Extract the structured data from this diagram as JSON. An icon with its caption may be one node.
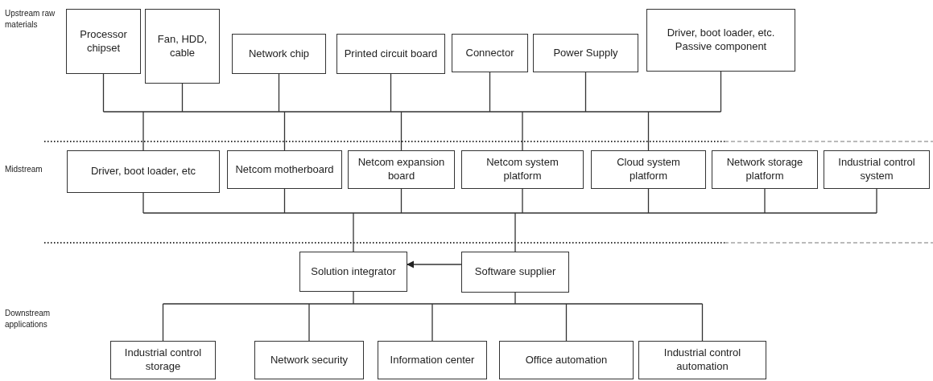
{
  "diagram": {
    "nodes": [
      {
        "text": [
          "Processor chipset"
        ]
      },
      {
        "text": [
          "Fan, HDD, cable"
        ]
      },
      {
        "text": [
          "Network chip"
        ]
      },
      {
        "text": [
          "Printed circuit board"
        ]
      },
      {
        "text": [
          "Connector"
        ]
      },
      {
        "text": [
          "Power Supply"
        ]
      },
      {
        "text": [
          "Driver, boot loader, etc. Passive component"
        ]
      },
      {
        "text": [
          "Driver, boot loader, etc"
        ]
      },
      {
        "text": [
          "Netcom motherboard"
        ]
      },
      {
        "text": [
          "Netcom expansion board"
        ]
      },
      {
        "text": [
          "Netcom system platform"
        ]
      },
      {
        "text": [
          "Cloud system platform"
        ]
      },
      {
        "text": [
          "Network storage platform"
        ]
      },
      {
        "text": [
          "Industrial control system"
        ]
      },
      {
        "text": [
          "Solution integrator"
        ]
      },
      {
        "text": [
          "Software supplier"
        ]
      },
      {
        "text": [
          "Industrial control storage"
        ]
      },
      {
        "text": [
          "Network security"
        ]
      },
      {
        "text": [
          "Information center"
        ]
      },
      {
        "text": [
          "Office automation"
        ]
      },
      {
        "text": [
          "Industrial control automation"
        ]
      }
    ],
    "edges": [
      {
        "from": 0,
        "to": 7,
        "arrow": "none"
      },
      {
        "from": 0,
        "to": 8,
        "arrow": "none"
      },
      {
        "from": 0,
        "to": 9,
        "arrow": "none"
      },
      {
        "from": 0,
        "to": 10,
        "arrow": "none"
      },
      {
        "from": 0,
        "to": 11,
        "arrow": "none"
      },
      {
        "from": 1,
        "to": 7,
        "arrow": "none"
      },
      {
        "from": 1,
        "to": 8,
        "arrow": "none"
      },
      {
        "from": 1,
        "to": 9,
        "arrow": "none"
      },
      {
        "from": 1,
        "to": 10,
        "arrow": "none"
      },
      {
        "from": 1,
        "to": 11,
        "arrow": "none"
      },
      {
        "from": 2,
        "to": 7,
        "arrow": "none"
      },
      {
        "from": 2,
        "to": 8,
        "arrow": "none"
      },
      {
        "from": 2,
        "to": 9,
        "arrow": "none"
      },
      {
        "from": 2,
        "to": 10,
        "arrow": "none"
      },
      {
        "from": 2,
        "to": 11,
        "arrow": "none"
      },
      {
        "from": 3,
        "to": 7,
        "arrow": "none"
      },
      {
        "from": 3,
        "to": 8,
        "arrow": "none"
      },
      {
        "from": 3,
        "to": 9,
        "arrow": "none"
      },
      {
        "from": 3,
        "to": 10,
        "arrow": "none"
      },
      {
        "from": 3,
        "to": 11,
        "arrow": "none"
      },
      {
        "from": 4,
        "to": 7,
        "arrow": "none"
      },
      {
        "from": 4,
        "to": 8,
        "arrow": "none"
      },
      {
        "from": 4,
        "to": 9,
        "arrow": "none"
      },
      {
        "from": 4,
        "to": 10,
        "arrow": "none"
      },
      {
        "from": 4,
        "to": 11,
        "arrow": "none"
      },
      {
        "from": 5,
        "to": 7,
        "arrow": "none"
      },
      {
        "from": 5,
        "to": 8,
        "arrow": "none"
      },
      {
        "from": 5,
        "to": 9,
        "arrow": "none"
      },
      {
        "from": 5,
        "to": 10,
        "arrow": "none"
      },
      {
        "from": 5,
        "to": 11,
        "arrow": "none"
      },
      {
        "from": 6,
        "to": 7,
        "arrow": "none"
      },
      {
        "from": 6,
        "to": 8,
        "arrow": "none"
      },
      {
        "from": 6,
        "to": 9,
        "arrow": "none"
      },
      {
        "from": 6,
        "to": 10,
        "arrow": "none"
      },
      {
        "from": 6,
        "to": 11,
        "arrow": "none"
      },
      {
        "from": 7,
        "to": 14,
        "arrow": "none"
      },
      {
        "from": 7,
        "to": 15,
        "arrow": "none"
      },
      {
        "from": 8,
        "to": 14,
        "arrow": "none"
      },
      {
        "from": 8,
        "to": 15,
        "arrow": "none"
      },
      {
        "from": 9,
        "to": 14,
        "arrow": "none"
      },
      {
        "from": 9,
        "to": 15,
        "arrow": "none"
      },
      {
        "from": 10,
        "to": 14,
        "arrow": "none"
      },
      {
        "from": 10,
        "to": 15,
        "arrow": "none"
      },
      {
        "from": 11,
        "to": 14,
        "arrow": "none"
      },
      {
        "from": 11,
        "to": 15,
        "arrow": "none"
      },
      {
        "from": 12,
        "to": 14,
        "arrow": "none"
      },
      {
        "from": 12,
        "to": 15,
        "arrow": "none"
      },
      {
        "from": 13,
        "to": 14,
        "arrow": "none"
      },
      {
        "from": 13,
        "to": 15,
        "arrow": "none"
      },
      {
        "from": 15,
        "to": 14,
        "arrow": "to"
      },
      {
        "from": 14,
        "to": 16,
        "arrow": "none"
      },
      {
        "from": 14,
        "to": 17,
        "arrow": "none"
      },
      {
        "from": 14,
        "to": 18,
        "arrow": "none"
      },
      {
        "from": 14,
        "to": 19,
        "arrow": "none"
      },
      {
        "from": 14,
        "to": 20,
        "arrow": "none"
      },
      {
        "from": 15,
        "to": 16,
        "arrow": "none"
      },
      {
        "from": 15,
        "to": 17,
        "arrow": "none"
      },
      {
        "from": 15,
        "to": 18,
        "arrow": "none"
      },
      {
        "from": 15,
        "to": 19,
        "arrow": "none"
      },
      {
        "from": 15,
        "to": 20,
        "arrow": "none"
      }
    ],
    "labels": [
      "Upstream raw materials",
      "Midstream",
      "Downstream applications"
    ]
  }
}
